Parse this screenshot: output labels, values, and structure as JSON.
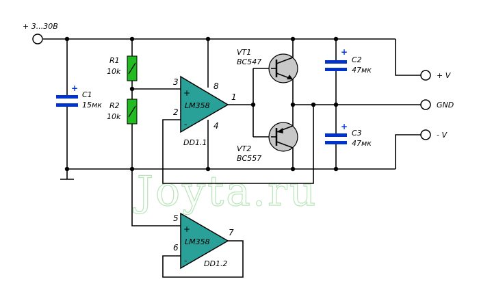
{
  "supply_label": "+ 3...30В",
  "watermark": "Joyta.ru",
  "r1": {
    "name": "R1",
    "value": "10k"
  },
  "r2": {
    "name": "R2",
    "value": "10k"
  },
  "c1": {
    "name": "C1",
    "value": "15мк",
    "polarity": "+"
  },
  "c2": {
    "name": "C2",
    "value": "47мк",
    "polarity": "+"
  },
  "c3": {
    "name": "C3",
    "value": "47мк",
    "polarity": "+"
  },
  "vt1": {
    "name": "VT1",
    "type": "BC547"
  },
  "vt2": {
    "name": "VT2",
    "type": "BC557"
  },
  "opamp1": {
    "name": "LM358",
    "designator": "DD1.1",
    "pin_plus": "3",
    "pin_minus": "2",
    "pin_out": "1",
    "pin_vcc": "8",
    "pin_gnd": "4",
    "plus_sign": "+",
    "minus_sign": "-"
  },
  "opamp2": {
    "name": "LM358",
    "designator": "DD1.2",
    "pin_plus": "5",
    "pin_minus": "6",
    "pin_out": "7",
    "plus_sign": "+",
    "minus_sign": "-"
  },
  "outputs": {
    "pos": "+ V",
    "gnd": "GND",
    "neg": "- V"
  },
  "colors": {
    "resistor": "#22bb22",
    "capacitor": "#0033cc",
    "opamp": "#2aa198",
    "transistor": "#b0b0b0",
    "watermark": "#b9e6b9"
  }
}
